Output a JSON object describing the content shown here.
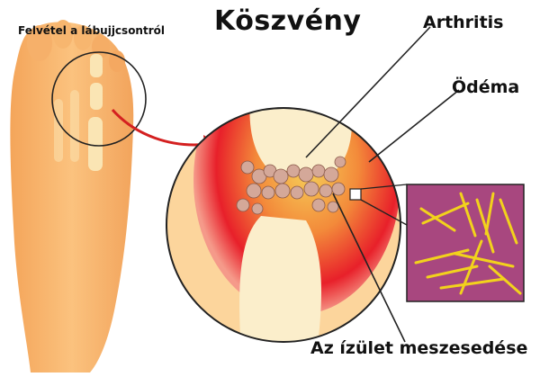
{
  "title": "Köszvény",
  "subtitle": "Felvétel a lábujjcsontról",
  "labels": {
    "arthritis": "Arthritis",
    "edema": "Ödéma",
    "calcification": "Az ízület meszesedése"
  },
  "colors": {
    "skin": "#f7b36a",
    "bone": "#fbeecb",
    "inflammation": "#e8202a",
    "crystal_bg": "#a8477f",
    "crystal": "#f2d21c"
  }
}
